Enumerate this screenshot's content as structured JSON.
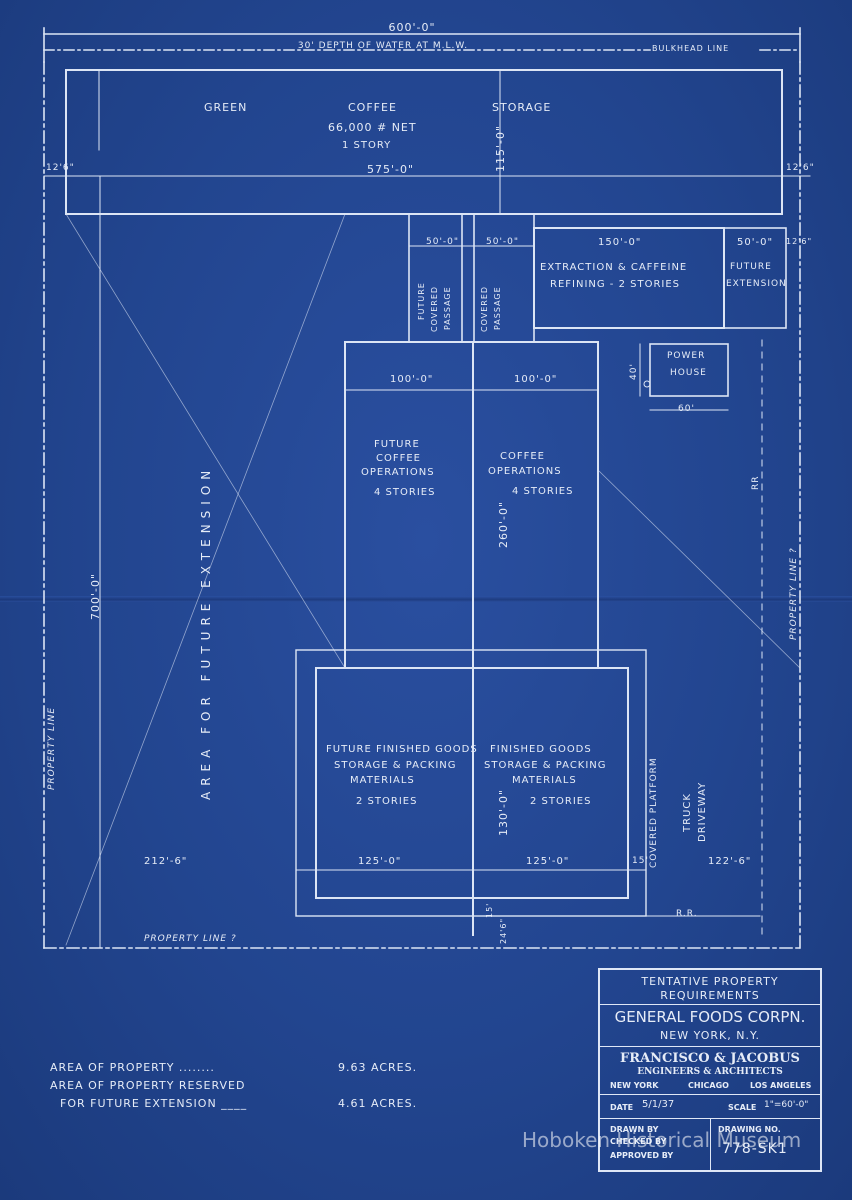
{
  "dimensions": {
    "total_width": "600'-0\"",
    "water_depth": "30' DEPTH OF WATER AT M.L.W.",
    "bulkhead": "BULKHEAD LINE",
    "left_offset": "12'6\"",
    "right_offset": "12'6\"",
    "storage_width": "575'-0\"",
    "storage_depth": "115'-0\"",
    "passage_left_width": "50'-0\"",
    "passage_right_width": "50'-0\"",
    "extraction_width": "150'-0\"",
    "future_ext_width": "50'-0\"",
    "right_edge": "12'6\"",
    "power_height": "40'",
    "power_width": "60'",
    "future_ops_width": "100'-0\"",
    "ops_width": "100'-0\"",
    "ops_depth": "260'-0\"",
    "overall_depth": "700'-0\"",
    "left_margin": "212'-6\"",
    "fg_future_width": "125'-0\"",
    "fg_width": "125'-0\"",
    "fg_depth": "130'-0\"",
    "platform_width": "15'",
    "right_margin": "122'-6\"",
    "bottom_setback": "24'6\"",
    "bottom_fifteen": "15'"
  },
  "buildings": {
    "green_storage": {
      "l1": "GREEN",
      "l2": "COFFEE",
      "l3": "STORAGE",
      "net": "66,000 # NET",
      "stories": "1 STORY"
    },
    "extraction": {
      "l1": "EXTRACTION & CAFFEINE",
      "l2": "REFINING - 2 STORIES"
    },
    "future_extension": {
      "l1": "FUTURE",
      "l2": "EXTENSION"
    },
    "future_passage": {
      "l1": "FUTURE",
      "l2": "COVERED",
      "l3": "PASSAGE"
    },
    "covered_passage": {
      "l1": "COVERED",
      "l2": "PASSAGE"
    },
    "power_house": {
      "l1": "POWER",
      "l2": "HOUSE"
    },
    "future_ops": {
      "l1": "FUTURE",
      "l2": "COFFEE",
      "l3": "OPERATIONS",
      "l4": "4 STORIES"
    },
    "ops": {
      "l1": "COFFEE",
      "l2": "OPERATIONS",
      "l3": "4 STORIES"
    },
    "future_fg": {
      "l1": "FUTURE FINISHED GOODS",
      "l2": "STORAGE & PACKING",
      "l3": "MATERIALS",
      "l4": "2 STORIES"
    },
    "fg": {
      "l1": "FINISHED GOODS",
      "l2": "STORAGE & PACKING",
      "l3": "MATERIALS",
      "l4": "2 STORIES"
    },
    "covered_platform": "COVERED PLATFORM",
    "truck": "TRUCK",
    "driveway": "DRIVEWAY"
  },
  "site_labels": {
    "area_future": "AREA FOR FUTURE EXTENSION",
    "property_line_left": "PROPERTY LINE",
    "property_line_right": "PROPERTY LINE ?",
    "property_line_bottom": "PROPERTY LINE ?",
    "rr_right": "RR",
    "rr_bottom": "R.R."
  },
  "areas": {
    "row1_label": "AREA OF PROPERTY",
    "row1_dots": "........",
    "row1_value": "9.63 ACRES.",
    "row2_label": "AREA OF PROPERTY RESERVED",
    "row3_label": "FOR FUTURE EXTENSION",
    "row3_dots": "____",
    "row3_value": "4.61 ACRES."
  },
  "title_block": {
    "line1": "TENTATIVE PROPERTY",
    "line2": "REQUIREMENTS",
    "client": "GENERAL FOODS CORPN.",
    "location": "NEW YORK, N.Y.",
    "firm": "FRANCISCO & JACOBUS",
    "firm_sub": "ENGINEERS & ARCHITECTS",
    "city1": "NEW YORK",
    "city2": "CHICAGO",
    "city3": "LOS ANGELES",
    "date_label": "DATE",
    "date_value": "5/1/37",
    "scale_label": "SCALE",
    "scale_value": "1\"=60'-0\"",
    "drawn_by": "DRAWN BY",
    "checked_by": "CHECKED BY",
    "approved_by": "APPROVED BY",
    "drawing_no_label": "DRAWING NO.",
    "drawing_no": "778-SK1"
  },
  "watermark": "Hoboken Historical Museum"
}
